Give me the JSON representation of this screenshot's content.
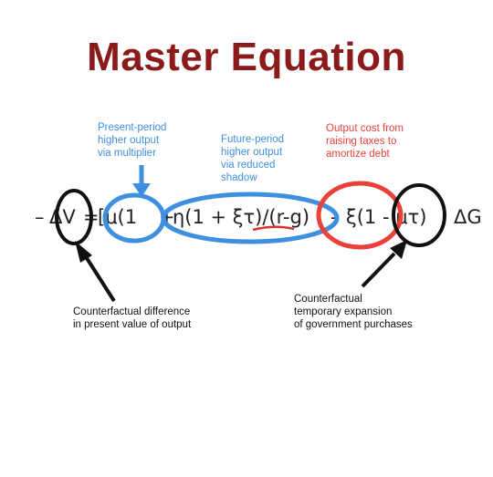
{
  "slide": {
    "title": "Master Equation"
  },
  "annotations": {
    "present": "Present-period\nhigher output\nvia multiplier",
    "future": "Future-period\nhigher output\nvia reduced\nshadow",
    "output_cost": "Output cost from\nraising taxes to\namortize debt",
    "counterfactual_difference": "Counterfactual difference\nin present value of output",
    "counterfactual_expansion": "Counterfactual\ntemporary expansion\nof government purchases"
  },
  "equation": {
    "lhs_minus": "–",
    "delta_v": "ΔV",
    "equals": "=",
    "term_mu": "[μ(1",
    "plus": "+",
    "term_eta": "η(1 + ξτ)/(r-g)",
    "minus": "-",
    "term_xi": "ξ(1 - μτ)",
    "bracket_close": "]",
    "delta_g": "ΔG"
  },
  "colors": {
    "title": "#8b1a1a",
    "blue": "#3f8fe0",
    "red": "#e8423b",
    "black": "#111111"
  }
}
